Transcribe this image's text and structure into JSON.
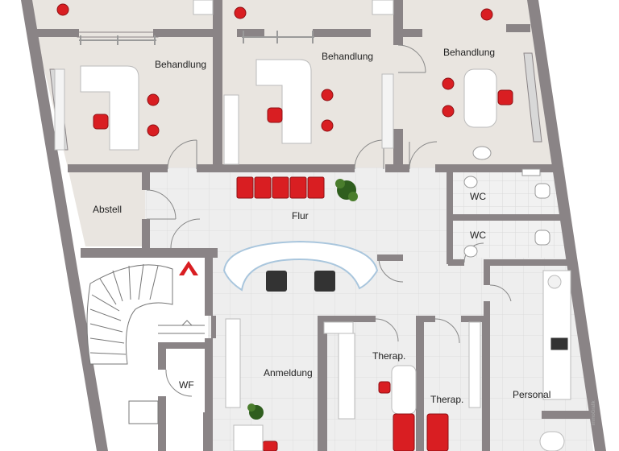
{
  "rooms": {
    "behandlung_1": "Behandlung",
    "behandlung_2": "Behandlung",
    "behandlung_3": "Behandlung",
    "abstell": "Abstell",
    "flur": "Flur",
    "wc_1": "WC",
    "wc_2": "WC",
    "wf": "WF",
    "anmeldung": "Anmeldung",
    "therap_1": "Therap.",
    "therap_2": "Therap.",
    "personal": "Personal"
  },
  "colors": {
    "wall": "#8a8486",
    "room_floor": "#e9e5e0",
    "corridor_floor": "#eeeeee",
    "accent_red": "#d91e22",
    "furniture": "#ffffff"
  },
  "watermark": "immoGrafik"
}
